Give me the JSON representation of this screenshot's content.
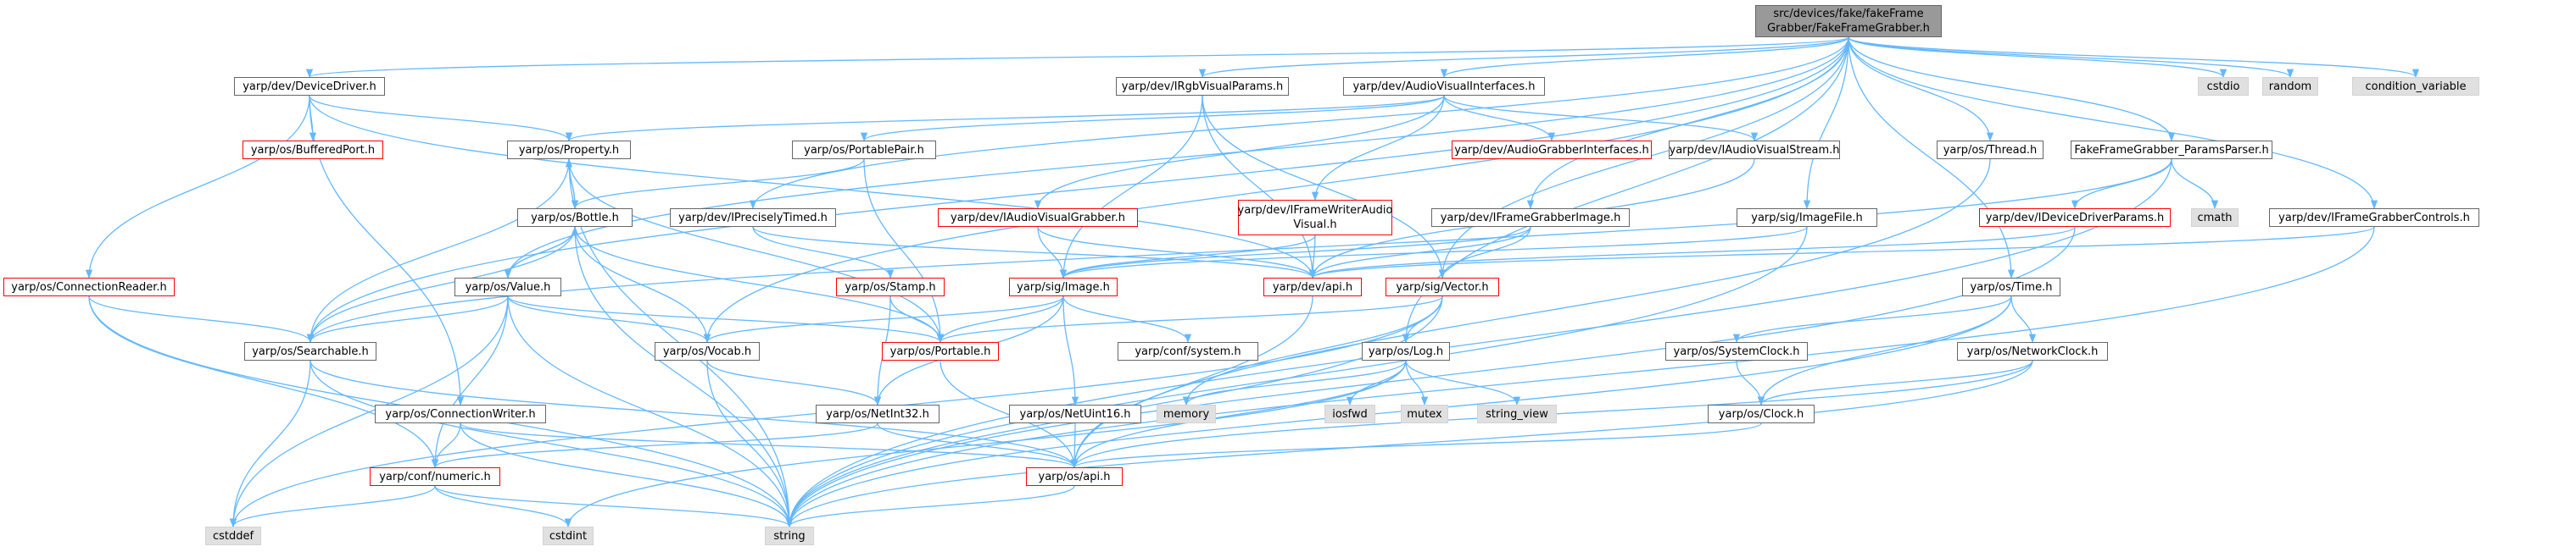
{
  "nodes": {
    "root": "src/devices/fake/fakeFrame Grabber/FakeFrameGrabber.h",
    "device_driver": "yarp/dev/DeviceDriver.h",
    "irgb_visual_params": "yarp/dev/IRgbVisualParams.h",
    "audio_visual_interfaces": "yarp/dev/AudioVisualInterfaces.h",
    "cstdio": "cstdio",
    "random": "random",
    "condition_variable": "condition_variable",
    "buffered_port": "yarp/os/BufferedPort.h",
    "property": "yarp/os/Property.h",
    "portable_pair": "yarp/os/PortablePair.h",
    "audio_grabber_interfaces": "yarp/dev/AudioGrabberInterfaces.h",
    "iaudio_visual_stream": "yarp/dev/IAudioVisualStream.h",
    "thread": "yarp/os/Thread.h",
    "params_parser": "FakeFrameGrabber_ParamsParser.h",
    "bottle": "yarp/os/Bottle.h",
    "iprecisely_timed": "yarp/dev/IPreciselyTimed.h",
    "iaudio_visual_grabber": "yarp/dev/IAudioVisualGrabber.h",
    "iframe_writer_audio_visual": "yarp/dev/IFrameWriterAudio Visual.h",
    "iframe_grabber_image": "yarp/dev/IFrameGrabberImage.h",
    "image_file": "yarp/sig/ImageFile.h",
    "idevice_driver_params": "yarp/dev/IDeviceDriverParams.h",
    "cmath": "cmath",
    "iframe_grabber_controls": "yarp/dev/IFrameGrabberControls.h",
    "connection_reader": "yarp/os/ConnectionReader.h",
    "value": "yarp/os/Value.h",
    "stamp": "yarp/os/Stamp.h",
    "image": "yarp/sig/Image.h",
    "dev_api": "yarp/dev/api.h",
    "vector": "yarp/sig/Vector.h",
    "time": "yarp/os/Time.h",
    "searchable": "yarp/os/Searchable.h",
    "vocab": "yarp/os/Vocab.h",
    "portable": "yarp/os/Portable.h",
    "conf_system": "yarp/conf/system.h",
    "log": "yarp/os/Log.h",
    "system_clock": "yarp/os/SystemClock.h",
    "network_clock": "yarp/os/NetworkClock.h",
    "connection_writer": "yarp/os/ConnectionWriter.h",
    "net_int32": "yarp/os/NetInt32.h",
    "net_uint16": "yarp/os/NetUint16.h",
    "memory": "memory",
    "iosfwd": "iosfwd",
    "mutex": "mutex",
    "string_view": "string_view",
    "clock": "yarp/os/Clock.h",
    "numeric": "yarp/conf/numeric.h",
    "os_api": "yarp/os/api.h",
    "cstddef": "cstddef",
    "cstdint": "cstdint",
    "string": "string"
  },
  "colors": {
    "edge": "#63b8ff",
    "border": "#666666",
    "highlight_border": "#ff0000",
    "system_fill": "#e0e0e0",
    "root_fill": "#999999"
  }
}
